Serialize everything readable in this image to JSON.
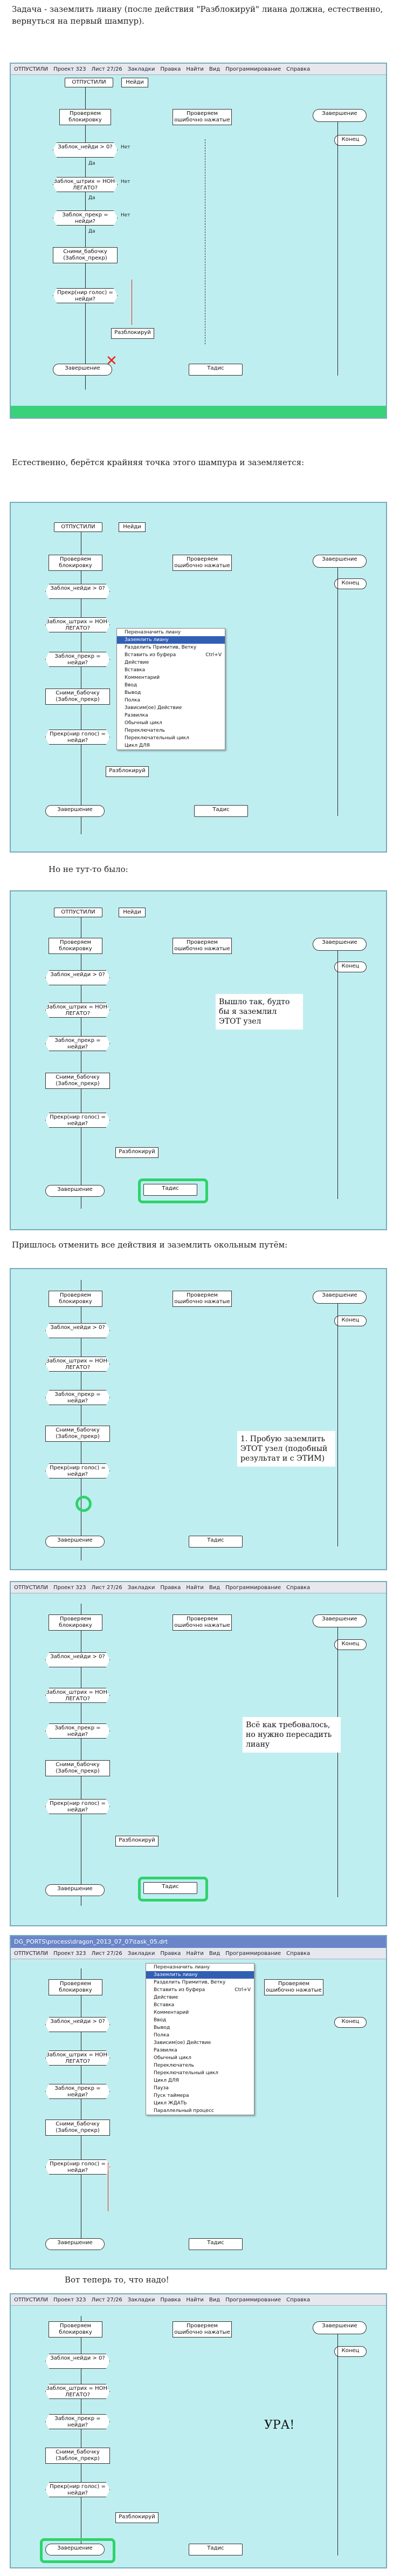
{
  "texts": {
    "intro": "Задача - заземлить лиану (после действия \"Разблокируй\" лиана должна, естественно, вернуться на первый шампур).",
    "p2": "Естественно, берётся крайняя точка этого шампура и заземляется:",
    "p3": "Но не тут-то было:",
    "p4": "Пришлось отменить все действия и заземлить окольным путём:",
    "p5": "Вот теперь то, что надо!"
  },
  "window": {
    "title": "DG_PORTS\\process\\dragon_2013_07_07\\task_05.drt",
    "toolbar": [
      "ОТПУСТИЛИ",
      "Проект 323",
      "Лист 27/26",
      "Закладки",
      "Правка",
      "Найти",
      "Вид",
      "Программирование",
      "Справка"
    ]
  },
  "diagram": {
    "top_left": "ОТПУСТИЛИ",
    "top_mid": "Нейди",
    "n_check_lock": "Проверяем блокировку",
    "n_wrong_key": "Проверяем ошибочно нажатые",
    "n_zaversh": "Завершение",
    "n_konec": "Конец",
    "c1": "Заблок_нейди > 0?",
    "c2": "Заблок_штрих = НОН-ЛЕГАТО?",
    "c3": "Заблок_прекр = нейди?",
    "n_snim": "Сними_бабочку (Заблок_прекр)",
    "c4": "Прекр(нир голос) = нейди?",
    "n_unlock": "Разблокируй",
    "n_zaversh2": "Завершение",
    "n_tadis": "Тадис",
    "yes": "Да",
    "no": "Нет"
  },
  "menu1": [
    "Переназначить лиану",
    "Заземлить лиану",
    "Разделить Примитив, Ветку",
    "Вставить из буфера",
    "Действие",
    "Вставка",
    "Комментарий",
    "Ввод",
    "Вывод",
    "Полка",
    "Зависим(ое) Действие",
    "Развилка",
    "Обычный цикл",
    "Переключатель",
    "Переключательный цикл",
    "Цикл ДЛЯ"
  ],
  "menu1_shortcut": "Ctrl+V",
  "menu2": [
    "Переназначить лиану",
    "Заземлить лиану",
    "Разделить Примитив, Ветку",
    "Вставить из буфера",
    "Действие",
    "Вставка",
    "Комментарий",
    "Ввод",
    "Вывод",
    "Полка",
    "Зависим(ое) Действие",
    "Развилка",
    "Обычный цикл",
    "Переключатель",
    "Переключательный цикл",
    "Цикл ДЛЯ",
    "Пауза",
    "Пуск таймера",
    "Цикл ЖДАТЬ",
    "Параллельный процесс"
  ],
  "notes": {
    "n3": "Вышло так, будто бы я заземлил ЭТОТ узел",
    "n4": "1. Пробую заземлить ЭТОТ узел (подобный результат и с ЭТИМ)",
    "n5": "Всё как требовалось, но нужно пересадить лиану",
    "ura": "УРА!"
  },
  "colors": {
    "canvas": "#bfeef0",
    "highlight": "#2ed36a",
    "arrow": "#e21"
  }
}
